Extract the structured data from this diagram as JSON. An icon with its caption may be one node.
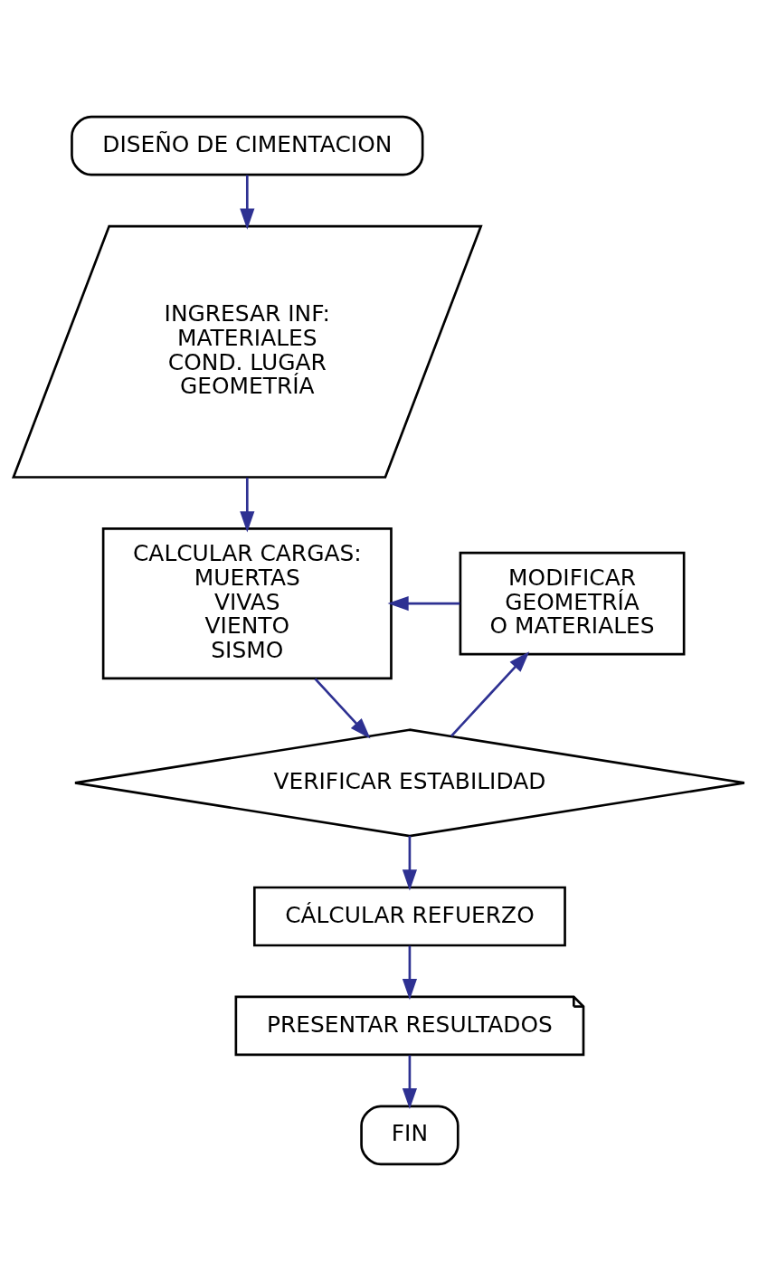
{
  "diagram": {
    "nodes": [
      {
        "text": [
          "DISEÑO DE CIMENTACION"
        ]
      },
      {
        "text": [
          "INGRESAR INF:",
          "MATERIALES",
          "COND. LUGAR",
          "GEOMETRÍA"
        ]
      },
      {
        "text": [
          "CALCULAR CARGAS:",
          "MUERTAS",
          "VIVAS",
          "VIENTO",
          "SISMO"
        ]
      },
      {
        "text": [
          "MODIFICAR GEOMETRÍA O MATERIALES"
        ]
      },
      {
        "text": [
          "VERIFICAR ESTABILIDAD"
        ]
      },
      {
        "text": [
          "CÁLCULAR REFUERZO"
        ]
      },
      {
        "text": [
          "PRESENTAR RESULTADOS"
        ]
      },
      {
        "text": [
          "FIN"
        ]
      }
    ],
    "edges": [
      {
        "from": 0,
        "to": 1,
        "arrow": "to"
      },
      {
        "from": 1,
        "to": 2,
        "arrow": "to"
      },
      {
        "from": 3,
        "to": 2,
        "arrow": "to"
      },
      {
        "from": 2,
        "to": 4,
        "arrow": "to"
      },
      {
        "from": 4,
        "to": 3,
        "arrow": "to"
      },
      {
        "from": 4,
        "to": 5,
        "arrow": "to"
      },
      {
        "from": 5,
        "to": 6,
        "arrow": "to"
      },
      {
        "from": 6,
        "to": 7,
        "arrow": "to"
      }
    ]
  }
}
